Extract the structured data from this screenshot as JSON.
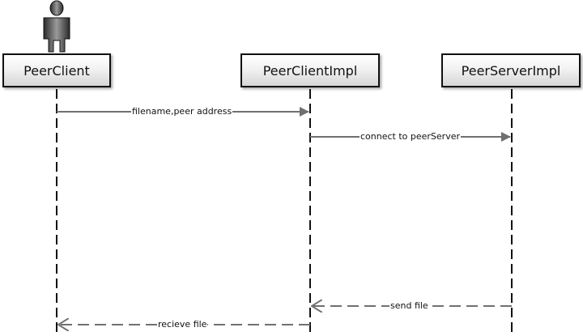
{
  "lifelines": [
    {
      "id": "peerclient",
      "name": "PeerClient",
      "actor": true
    },
    {
      "id": "peerclientimpl",
      "name": "PeerClientImpl",
      "actor": false
    },
    {
      "id": "peerserverimpl",
      "name": "PeerServerImpl",
      "actor": false
    }
  ],
  "messages": [
    {
      "label": "filename,peer address",
      "from": "PeerClient",
      "to": "PeerClientImpl",
      "kind": "sync"
    },
    {
      "label": "connect to peerServer",
      "from": "PeerClientImpl",
      "to": "PeerServerImpl",
      "kind": "sync"
    },
    {
      "label": "send file",
      "from": "PeerServerImpl",
      "to": "PeerClientImpl",
      "kind": "return"
    },
    {
      "label": "recieve file",
      "from": "PeerClientImpl",
      "to": "PeerClient",
      "kind": "return"
    }
  ],
  "icons": {
    "actor": "person-icon"
  },
  "colors": {
    "line": "#111111",
    "arrow": "#707070",
    "box_border": "#111111"
  }
}
